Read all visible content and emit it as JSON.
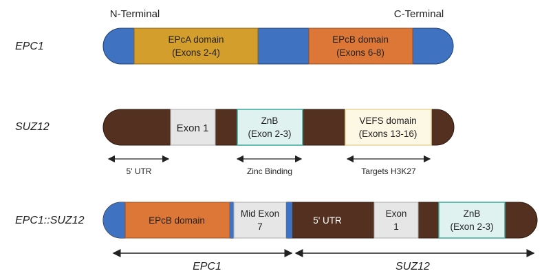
{
  "terminals": {
    "n": "N-Terminal",
    "c": "C-Terminal"
  },
  "epc1": {
    "name": "EPC1",
    "epca_line1": "EPcA domain",
    "epca_line2": "(Exons 2-4)",
    "epcb_line1": "EPcB domain",
    "epcb_line2": "(Exons 6-8)"
  },
  "suz12": {
    "name": "SUZ12",
    "exon1": "Exon 1",
    "znb_line1": "ZnB",
    "znb_line2": "(Exon 2-3)",
    "vefs_line1": "VEFS domain",
    "vefs_line2": "(Exons 13-16)",
    "utr_label": "5' UTR",
    "zinc_label": "Zinc Binding",
    "targets_label": "Targets H3K27"
  },
  "fusion": {
    "name": "EPC1::SUZ12",
    "epcb": "EPcB domain",
    "mid_line1": "Mid Exon",
    "mid_line2": "7",
    "utr": "5' UTR",
    "exon_line1": "Exon",
    "exon_line2": "1",
    "znb_line1": "ZnB",
    "znb_line2": "(Exon 2-3)",
    "left_label": "EPC1",
    "right_label": "SUZ12"
  },
  "colors": {
    "blue": "#3f72c0",
    "epca": "#d39e2c",
    "epcb": "#dd7737",
    "brown": "#53301f",
    "grey": "#e6e6e6",
    "teal_fill": "#dff2ef",
    "teal_border": "#3aa99b",
    "cream_fill": "#fdf8e4",
    "cream_border": "#e7d79a"
  }
}
